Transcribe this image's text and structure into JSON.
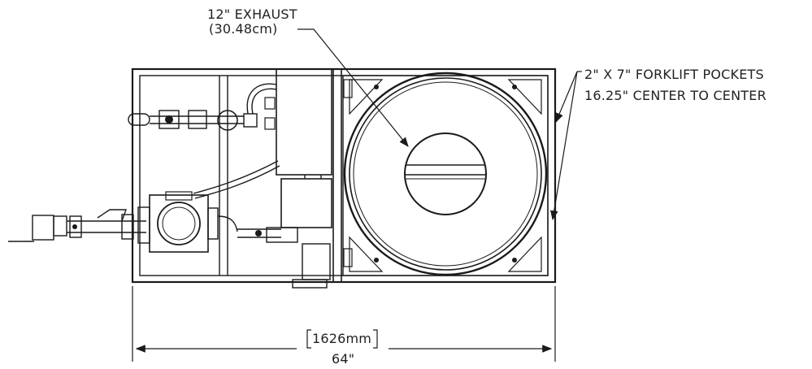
{
  "callouts": {
    "exhaust": {
      "line1": "12\" EXHAUST",
      "line2": "(30.48cm)"
    },
    "forklift": {
      "line1": "2\" X 7\" FORKLIFT POCKETS",
      "line2": "16.25\" CENTER TO CENTER"
    }
  },
  "dimension": {
    "metric": "1626mm",
    "imperial": "64\""
  },
  "colors": {
    "line": "#1a1a1a",
    "background": "#ffffff",
    "text": "#222222"
  }
}
